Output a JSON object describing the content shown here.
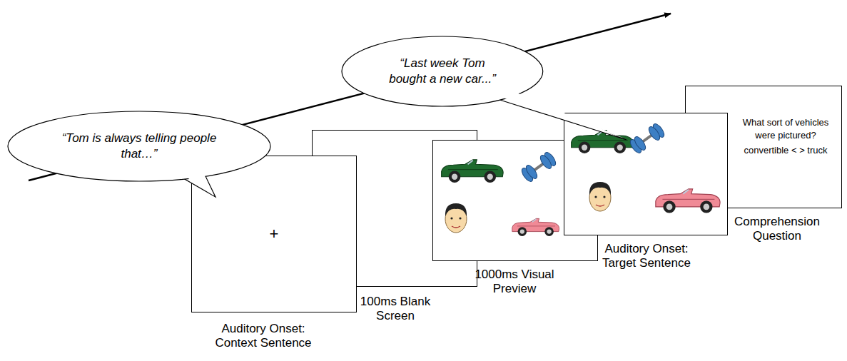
{
  "diagram": {
    "nodes": [
      {
        "text": [
          "“Tom is always telling people that…”"
        ]
      },
      {
        "text": [
          "+",
          "Auditory Onset: Context Sentence"
        ]
      },
      {
        "text": [
          "100ms Blank Screen"
        ]
      },
      {
        "text": [
          "1000ms Visual Preview"
        ]
      },
      {
        "text": [
          "“Last week Tom bought a new car...”"
        ]
      },
      {
        "text": [
          "Auditory Onset: Target Sentence"
        ]
      },
      {
        "text": [
          "What sort of vehicles were pictured?",
          "convertible < > truck",
          "Comprehension Question"
        ]
      }
    ]
  }
}
